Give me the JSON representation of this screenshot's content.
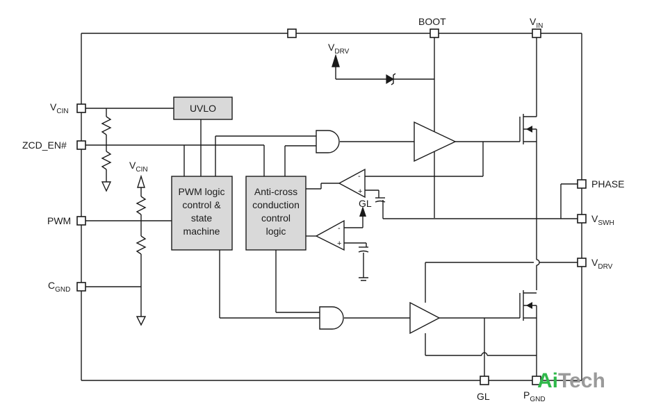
{
  "pins": {
    "boot": "BOOT",
    "vin": {
      "main": "V",
      "sub": "IN"
    },
    "vcin": {
      "main": "V",
      "sub": "CIN"
    },
    "zcd_en": "ZCD_EN#",
    "pwm": "PWM",
    "cgnd": {
      "main": "C",
      "sub": "GND"
    },
    "phase": "PHASE",
    "vswh": {
      "main": "V",
      "sub": "SWH"
    },
    "vdrv": {
      "main": "V",
      "sub": "DRV"
    },
    "gl": "GL",
    "pgnd": {
      "main": "P",
      "sub": "GND"
    }
  },
  "internal_labels": {
    "vdrv": {
      "main": "V",
      "sub": "DRV"
    },
    "vcin": {
      "main": "V",
      "sub": "CIN"
    },
    "gl": "GL"
  },
  "blocks": {
    "uvlo": "UVLO",
    "pwm_logic": [
      "PWM logic",
      "control &",
      "state",
      "machine"
    ],
    "anti_cross": [
      "Anti-cross",
      "conduction",
      "control",
      "logic"
    ]
  },
  "comparator_signs": {
    "minus": "-",
    "plus": "+"
  },
  "watermark": {
    "part1": "Ai",
    "part2": "Tech",
    "color1": "#2fb84a",
    "color2": "#9a9a9a"
  }
}
